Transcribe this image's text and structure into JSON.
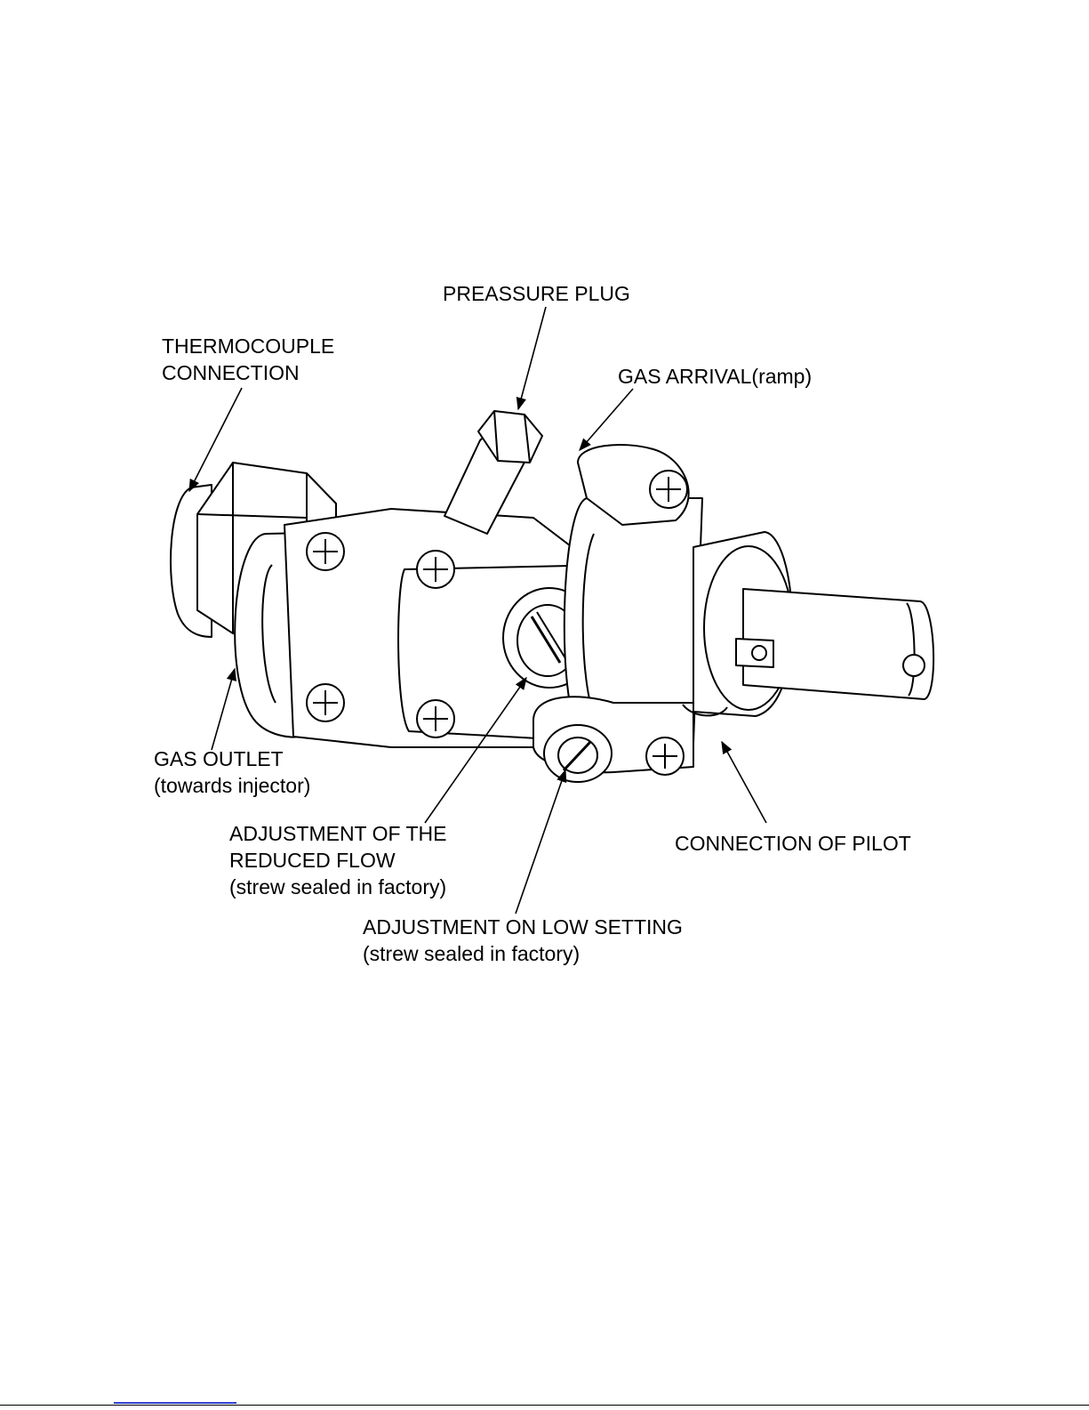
{
  "labels": {
    "pressure_plug": "PREASSURE PLUG",
    "thermocouple_line1": "THERMOCOUPLE",
    "thermocouple_line2": "CONNECTION",
    "gas_arrival": "GAS ARRIVAL(ramp)",
    "gas_outlet_line1": "GAS OUTLET",
    "gas_outlet_line2": "(towards injector)",
    "reduced_flow_line1": "ADJUSTMENT OF THE",
    "reduced_flow_line2": "REDUCED FLOW",
    "reduced_flow_line3": "(strew sealed in factory)",
    "pilot": "CONNECTION OF PILOT",
    "low_setting_line1": "ADJUSTMENT ON LOW SETTING",
    "low_setting_line2": "(strew sealed in factory)"
  },
  "colors": {
    "ink": "#000000",
    "paper": "#ffffff",
    "footer_link": "#2f3fd0"
  }
}
